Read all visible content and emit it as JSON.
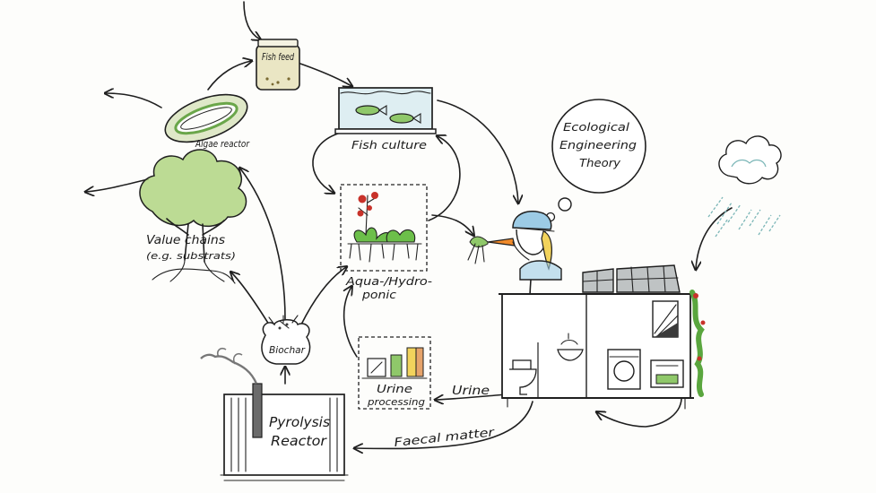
{
  "labels": {
    "fish_feed": "Fish feed",
    "fish_culture": "Fish culture",
    "algae_reactor": "Algae reactor",
    "value_chains_line1": "Value chains",
    "value_chains_line2": "(e.g. substrats)",
    "aqua_hydroponic_line1": "Aqua-/Hydro-",
    "aqua_hydroponic_line2": "ponic",
    "theory_line1": "Ecological",
    "theory_line2": "Engineering",
    "theory_line3": "Theory",
    "biochar": "Biochar",
    "pyrolysis_line1": "Pyrolysis",
    "pyrolysis_line2": "Reactor",
    "urine_processing_line1": "Urine",
    "urine_processing_line2": "processing",
    "urine": "Urine",
    "faecal_matter": "Faecal matter"
  },
  "colors": {
    "ink": "#1f1f1f",
    "algae_green": "#8fc86a",
    "tree_green": "#a6cf72",
    "plant_red": "#c8322a",
    "fish_feed_tint": "#eae6c4",
    "helmet_blue": "#9ccbe5",
    "water_blue": "#b9dbe6",
    "hair_yellow": "#f2d35c",
    "carrot_orange": "#f08a2a",
    "solar_panel": "#bfc3c4",
    "biochar_dark": "#3a3a3a",
    "smoke_grey": "#777777",
    "rain_teal": "#7bb6b7"
  },
  "icons": [
    "fish-feed-jar-icon",
    "fish-tank-icon",
    "algae-reactor-icon",
    "tree-icon",
    "plants-icon",
    "thought-bubble-icon",
    "person-with-carrot-icon",
    "house-icon",
    "solar-panel-icon",
    "toilet-icon",
    "washing-machine-icon",
    "rain-cloud-icon",
    "biochar-sack-icon",
    "pyrolysis-reactor-icon",
    "urine-bottles-icon"
  ]
}
